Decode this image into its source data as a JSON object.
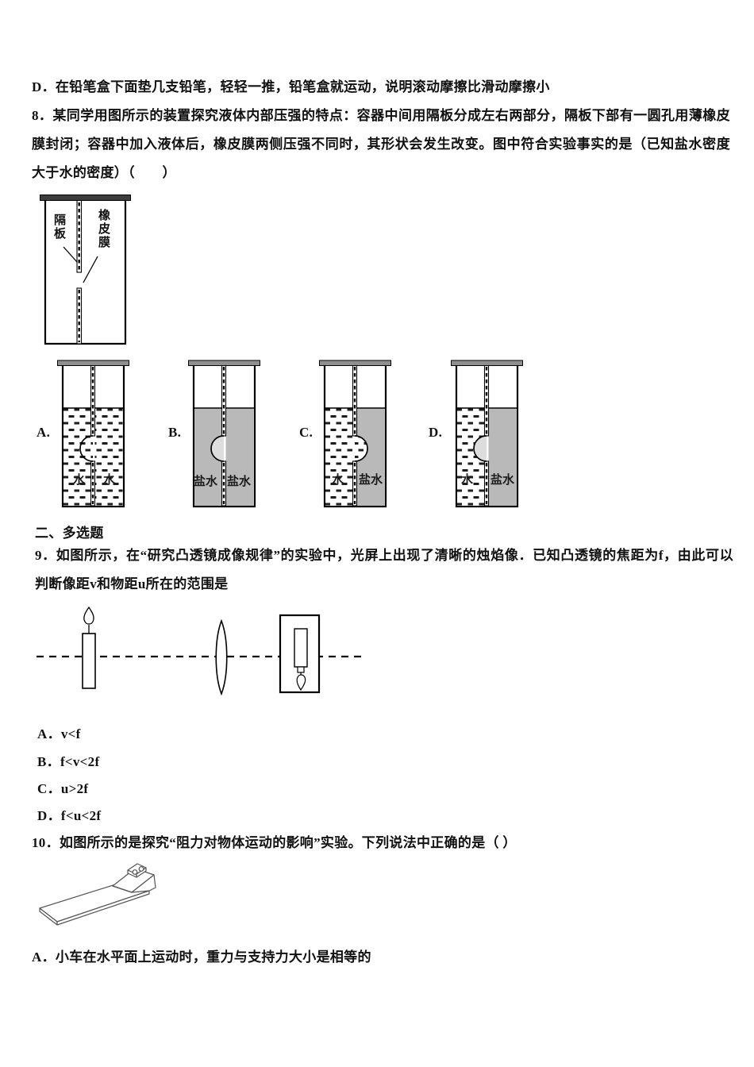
{
  "colors": {
    "salt_water": "#b9b9b9",
    "rim_dark": "#3d3d3d",
    "rim_light": "#8f8f8f",
    "text": "#111111"
  },
  "page": {
    "prev_option_d": "D．在铅笔盒下面垫几支铅笔，轻轻一推，铅笔盒就运动，说明滚动摩擦比滑动摩擦小",
    "q8": {
      "stem": "8．某同学用图所示的装置探究液体内部压强的特点：容器中间用隔板分成左右两部分，隔板下部有一圆孔用薄橡皮膜封闭；容器中加入液体后，橡皮膜两侧压强不同时，其形状会发生改变。图中符合实验事实的是（已知盐水密度大于水的密度）（　　）",
      "figure_labels": {
        "partition": "隔板",
        "membrane": "橡皮膜"
      },
      "options": [
        {
          "label": "A.",
          "left_liquid": "水",
          "right_liquid": "水",
          "membrane_bulge": "left"
        },
        {
          "label": "B.",
          "left_liquid": "盐水",
          "right_liquid": "盐水",
          "membrane_bulge": "left"
        },
        {
          "label": "C.",
          "left_liquid": "水",
          "right_liquid": "盐水",
          "membrane_bulge": "right"
        },
        {
          "label": "D.",
          "left_liquid": "水",
          "right_liquid": "盐水",
          "membrane_bulge": "left"
        }
      ]
    },
    "section2_heading": "二、多选题",
    "q9": {
      "stem": "9．如图所示，在“研究凸透镜成像规律”的实验中，光屏上出现了清晰的烛焰像．已知凸透镜的焦距为f，由此可以判断像距v和物距u所在的范围是",
      "options": [
        "A．v<f",
        "B．f<v<2f",
        "C．u>2f",
        "D．f<u<2f"
      ]
    },
    "q10": {
      "stem": "10．如图所示的是探究“阻力对物体运动的影响”实验。下列说法中正确的是（ ）",
      "option_a": "A．小车在水平面上运动时，重力与支持力大小是相等的"
    }
  }
}
